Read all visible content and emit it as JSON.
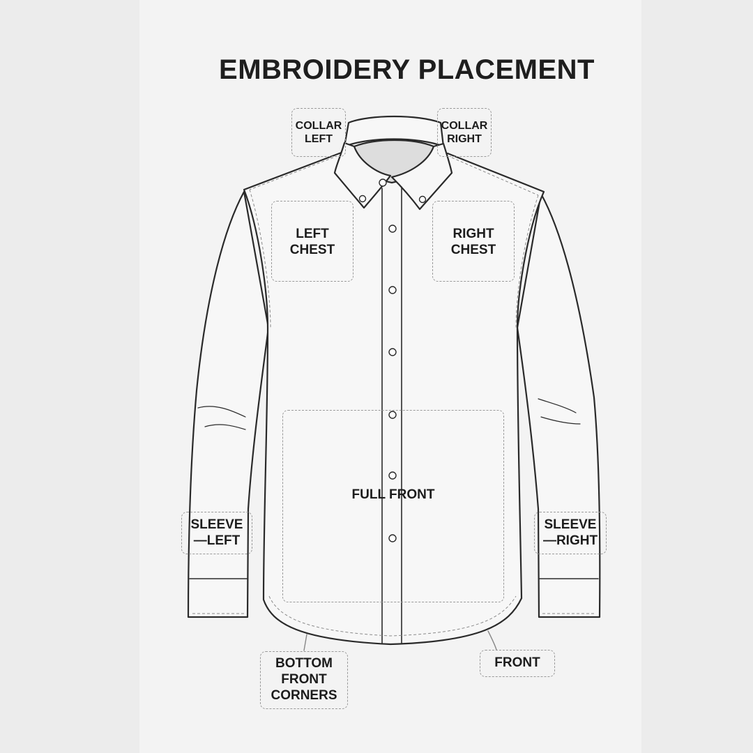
{
  "title": "EMBROIDERY PLACEMENT",
  "zones": {
    "collar_left": [
      "COLLAR",
      "LEFT"
    ],
    "collar_right": [
      "COLLAR",
      "RIGHT"
    ],
    "left_chest": [
      "LEFT",
      "CHEST"
    ],
    "right_chest": [
      "RIGHT",
      "CHEST"
    ],
    "full_front": [
      "FULL FRONT"
    ],
    "sleeve_left": [
      "SLEEVE",
      "—LEFT"
    ],
    "sleeve_right": [
      "SLEEVE",
      "—RIGHT"
    ],
    "bottom_front_corners": [
      "BOTTOM",
      "FRONT",
      "CORNERS"
    ],
    "front": [
      "FRONT"
    ]
  },
  "colors": {
    "outline": "#2a2a2a",
    "dashed": "#9a9a9a",
    "shirt_fill": "#f7f7f7",
    "background": "#ececec"
  },
  "icons": [
    "shirt-illustration"
  ]
}
